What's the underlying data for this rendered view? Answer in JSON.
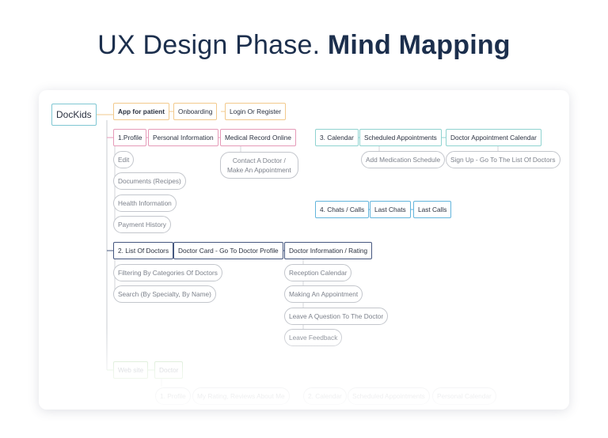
{
  "header": {
    "title_regular": "UX Design Phase.",
    "title_bold": "Mind Mapping"
  },
  "map": {
    "root": "DocKids",
    "top_row": [
      "App for patient",
      "Onboarding",
      "Login Or Register"
    ],
    "profile": {
      "header": [
        "1.Profile",
        "Personal Information",
        "Medical Record Online"
      ],
      "items": [
        "Edit",
        "Documents (Recipes)",
        "Health Information",
        "Payment History"
      ],
      "contact": [
        "Contact A Doctor /",
        "Make An Appointment"
      ]
    },
    "calendar": {
      "header": [
        "3. Calendar",
        "Scheduled Appointments",
        "Doctor Appointment Calendar"
      ],
      "items": [
        "Add Medication Schedule",
        "Sign Up - Go To The List Of Doctors"
      ]
    },
    "chats": {
      "header": [
        "4. Chats / Calls",
        "Last Chats",
        "Last Calls"
      ]
    },
    "doctors": {
      "header": [
        "2. List Of Doctors",
        "Doctor Card - Go To Doctor Profile",
        "Doctor Information / Rating"
      ],
      "items": [
        "Filtering By Categories Of Doctors",
        "Search (By Specialty, By Name)"
      ],
      "info_items": [
        "Reception Calendar",
        "Making An Appointment",
        "Leave A Question To The Doctor",
        "Leave Feedback"
      ]
    },
    "web": {
      "nodes": [
        "Web site",
        "Doctor"
      ],
      "sub": [
        "1. Profile",
        "My Rating, Reviews About Me",
        "2. Calendar",
        "Scheduled Appointments",
        "Personal Calendar"
      ]
    }
  },
  "colors": {
    "root": "#7fc7d3",
    "top": "#f2c98c",
    "profile": "#e59ab8",
    "calendar": "#8fd3d0",
    "chats": "#62b4dc",
    "doctors": "#45577f",
    "web": "#b9dbb0"
  }
}
